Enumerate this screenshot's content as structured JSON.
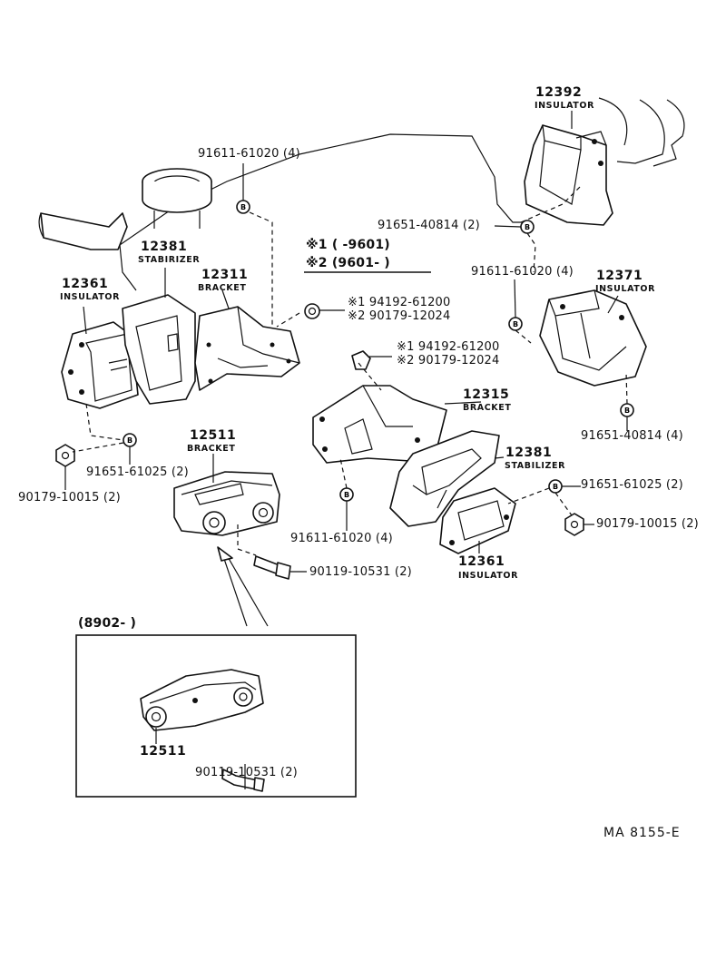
{
  "labels": {
    "p12392": "12392",
    "p12392_name": "INSULATOR",
    "p91611_top": "91611-61020 (4)",
    "p91651_40814_top": "91651-40814 (2)",
    "p12381_left": "12381",
    "p12381_left_name": "STABIRIZER",
    "note1": "※1 (        -9601)",
    "note2": "※2 (9601-        )",
    "p91611_right": "91611-61020 (4)",
    "p12371": "12371",
    "p12371_name": "INSULATOR",
    "p12361_left": "12361",
    "p12361_left_name": "INSULATOR",
    "p12311": "12311",
    "p12311_name": "BRACKET",
    "alt1_upper": "※1 94192-61200",
    "alt2_upper": "※2 90179-12024",
    "alt1_lower": "※1 94192-61200",
    "alt2_lower": "※2 90179-12024",
    "p12315": "12315",
    "p12315_name": "BRACKET",
    "p91651_40814_right": "91651-40814 (4)",
    "p12381_right": "12381",
    "p12381_right_name": "STABILIZER",
    "p12511": "12511",
    "p12511_name": "BRACKET",
    "p91651_61025_left": "91651-61025 (2)",
    "p90179_10015_left": "90179-10015 (2)",
    "p91651_61025_right": "91651-61025 (2)",
    "p90179_10015_right": "90179-10015 (2)",
    "p91611_bottom": "91611-61020 (4)",
    "p90119_upper": "90119-10531 (2)",
    "p12361_right": "12361",
    "p12361_right_name": "INSULATOR",
    "inset_date": "(8902-        )",
    "inset_part": "12511",
    "inset_bolt": "90119-10531 (2)",
    "ref_code": "MA  8155-E"
  },
  "callout_symbol": "B",
  "colors": {
    "ink": "#111111",
    "background": "#ffffff"
  }
}
